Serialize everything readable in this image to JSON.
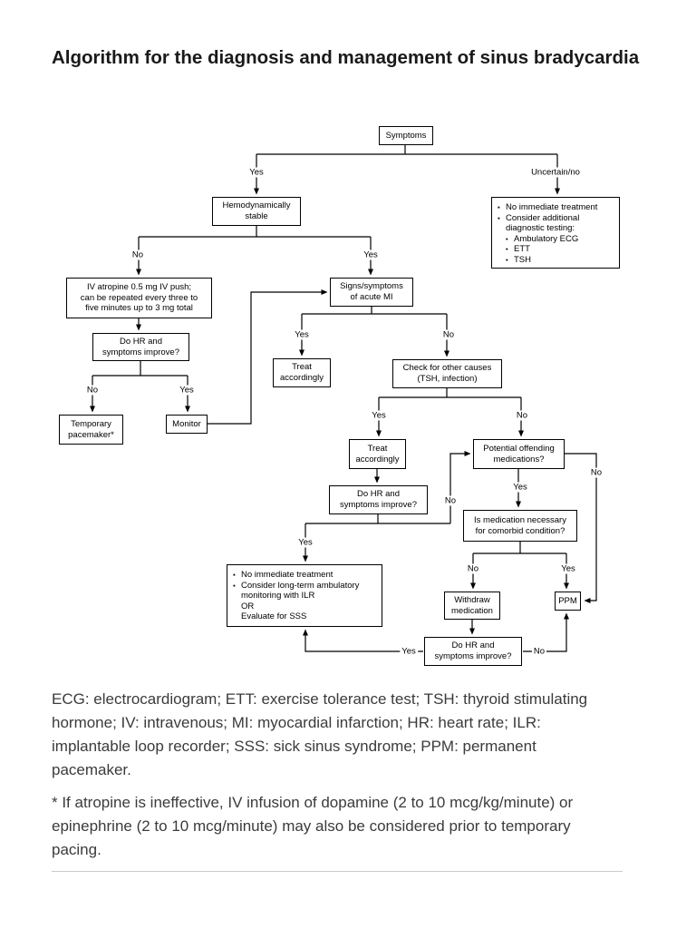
{
  "page": {
    "title": "Algorithm for the diagnosis and management of sinus bradycardia"
  },
  "flow": {
    "glyphs": {
      "square_bullet": "▪",
      "round_bullet": "•"
    },
    "labels": {
      "yes": "Yes",
      "no": "No",
      "uncertain_no": "Uncertain/no"
    },
    "nodes": {
      "symptoms": {
        "label": "Symptoms"
      },
      "hemodynamically_stable": {
        "lines": [
          "Hemodynamically",
          "stable"
        ]
      },
      "uncertain_plan": {
        "items": [
          "No immediate treatment",
          "Consider additional",
          "diagnostic testing:",
          "Ambulatory ECG",
          "ETT",
          "TSH"
        ]
      },
      "atropine": {
        "lines": [
          "IV atropine 0.5 mg IV push;",
          "can be repeated every three to",
          "five minutes up to 3 mg total"
        ]
      },
      "signs_mi": {
        "lines": [
          "Signs/symptoms",
          "of acute MI"
        ]
      },
      "hr_improve": {
        "lines": [
          "Do HR and",
          "symptoms improve?"
        ]
      },
      "temporary_pacemaker": {
        "lines": [
          "Temporary",
          "pacemaker*"
        ]
      },
      "monitor": {
        "label": "Monitor"
      },
      "treat_accordingly": {
        "lines": [
          "Treat",
          "accordingly"
        ]
      },
      "check_other_causes": {
        "lines": [
          "Check for other causes",
          "(TSH, infection)"
        ]
      },
      "potential_medications": {
        "lines": [
          "Potential offending",
          "medications?"
        ]
      },
      "medication_necessary": {
        "lines": [
          "Is medication necessary",
          "for comorbid condition?"
        ]
      },
      "longterm_plan": {
        "items": [
          "No immediate treatment",
          "Consider long-term ambulatory",
          "monitoring with ILR",
          "OR",
          "Evaluate for SSS"
        ]
      },
      "withdraw_medication": {
        "lines": [
          "Withdraw",
          "medication"
        ]
      },
      "ppm": {
        "label": "PPM"
      }
    }
  },
  "footer": {
    "abbreviations_lines": [
      "ECG: electrocardiogram; ETT: exercise tolerance test; TSH: thyroid stimulating",
      "hormone; IV: intravenous; MI: myocardial infarction; HR: heart rate; ILR:",
      "implantable loop recorder; SSS: sick sinus syndrome; PPM: permanent",
      "pacemaker."
    ],
    "footnote_lines": [
      "* If atropine is ineffective, IV infusion of dopamine (2 to 10 mcg/kg/minute) or",
      "epinephrine (2 to 10 mcg/minute) may also be considered prior to temporary",
      "pacing."
    ]
  }
}
